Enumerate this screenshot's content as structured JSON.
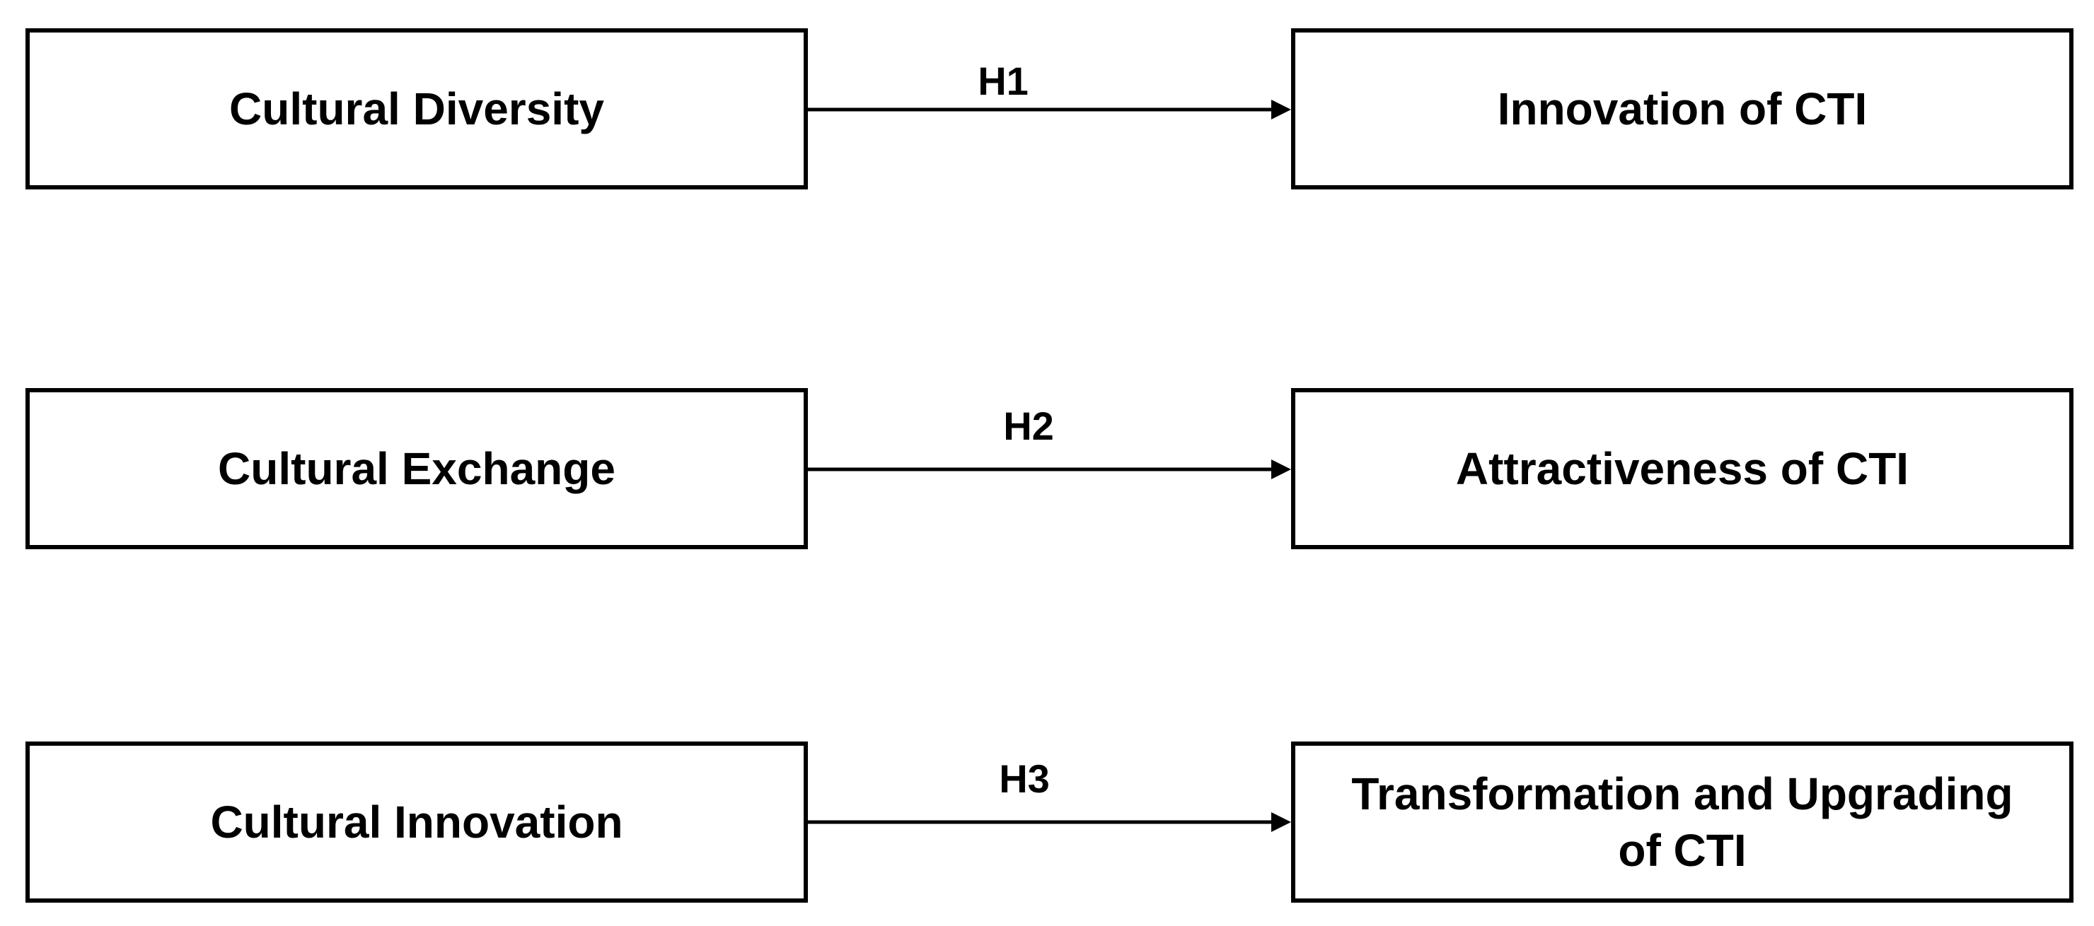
{
  "diagram": {
    "rows": [
      {
        "source": "Cultural Diversity",
        "hypothesis": "H1",
        "target": "Innovation of CTI"
      },
      {
        "source": "Cultural Exchange",
        "hypothesis": "H2",
        "target": "Attractiveness of CTI"
      },
      {
        "source": "Cultural Innovation",
        "hypothesis": "H3",
        "target": "Transformation and Upgrading of CTI"
      }
    ],
    "colors": {
      "stroke": "#000000",
      "text": "#000000",
      "background": "#ffffff"
    }
  }
}
